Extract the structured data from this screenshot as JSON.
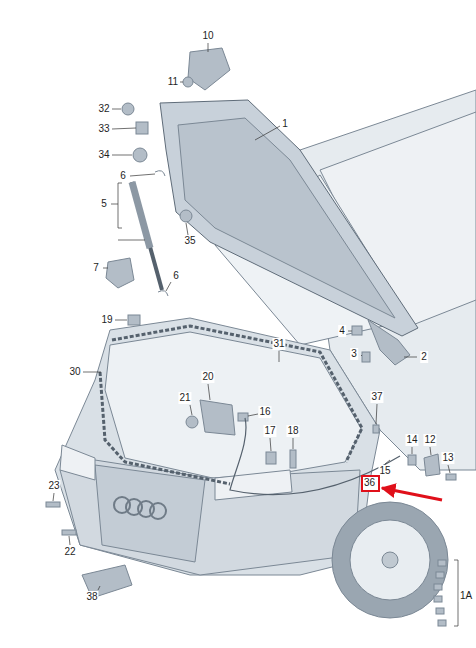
{
  "diagram": {
    "nodes": [
      {
        "text": [
          "36"
        ]
      }
    ],
    "labels": [
      "10",
      "11",
      "32",
      "33",
      "34",
      "1",
      "6",
      "5",
      "35",
      "7",
      "6",
      "19",
      "30",
      "31",
      "4",
      "2",
      "3",
      "20",
      "21",
      "16",
      "37",
      "17",
      "18",
      "14",
      "12",
      "15",
      "13",
      "23",
      "22",
      "38",
      "1A"
    ]
  }
}
